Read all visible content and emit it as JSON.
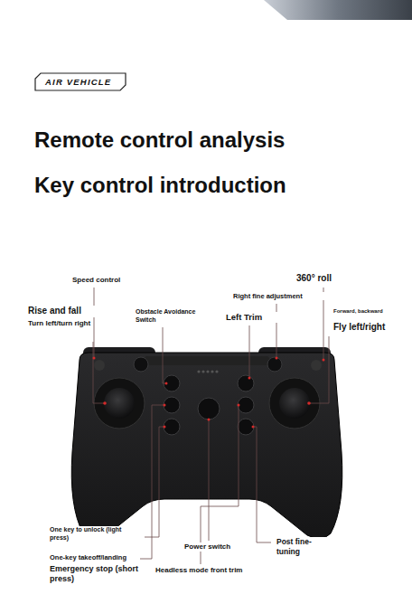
{
  "diagram": {
    "title": "Remote control analysis",
    "nodes": [
      {
        "text": [
          "AIR VEHICLE"
        ]
      }
    ],
    "labels": [
      "Key control introduction",
      "Speed control",
      "360° roll",
      "Right fine adjustment",
      "Rise and fall",
      "Turn left/turn right",
      "Obstacle Avoidance Switch",
      "Left Trim",
      "Forward, backward",
      "Fly left/right",
      "One key to unlock (light press)",
      "One-key takeoff/landing",
      "Emergency stop (short press)",
      "Power switch",
      "Post fine-tuning",
      "Headless mode front trim"
    ]
  }
}
